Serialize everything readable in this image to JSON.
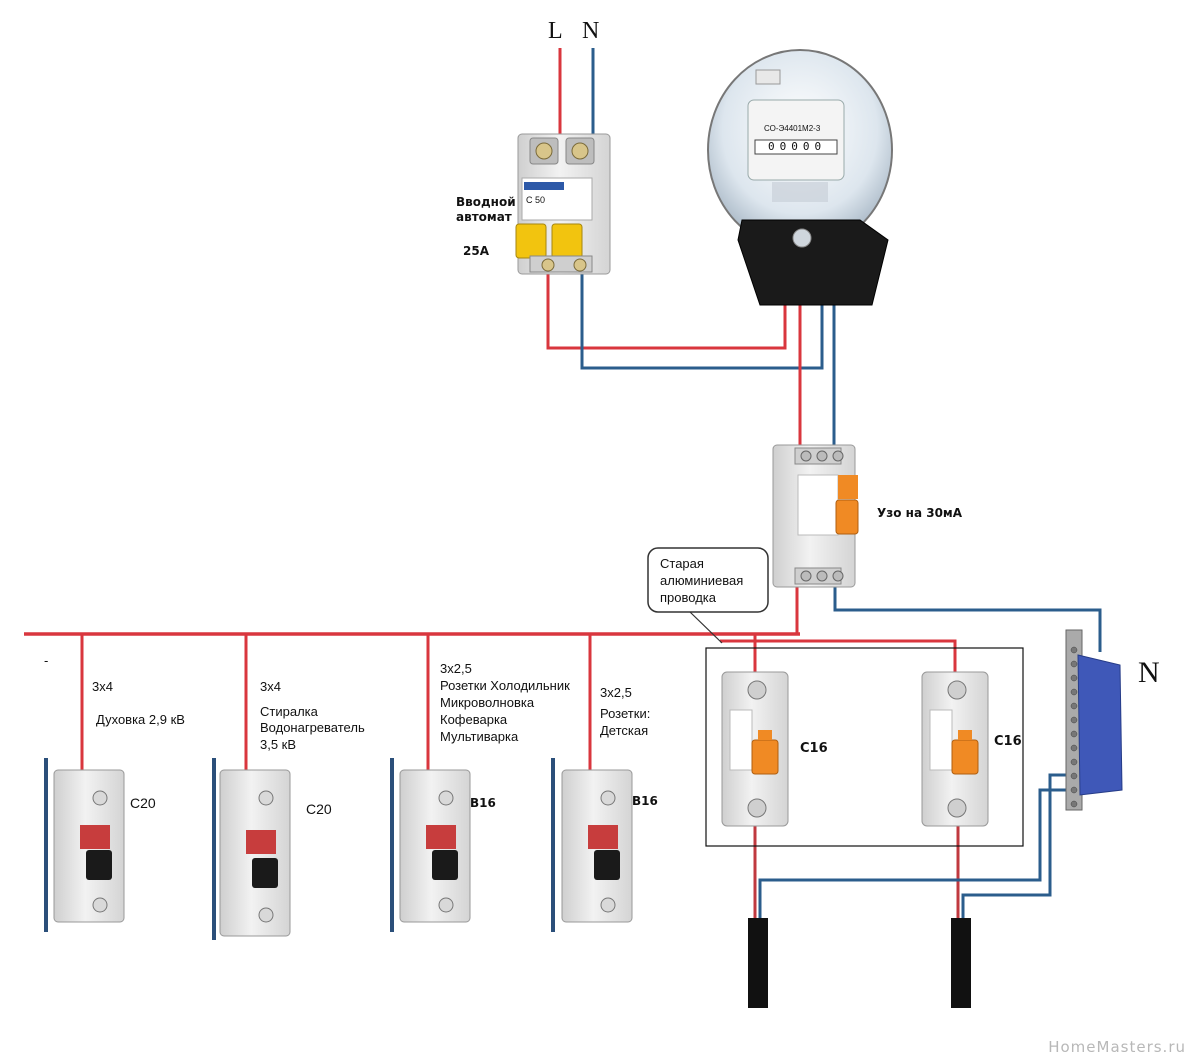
{
  "supply": {
    "phase_label": "L",
    "neutral_label": "N"
  },
  "main_breaker": {
    "title_line1": "Вводной",
    "title_line2": "автомат",
    "rating": "25А",
    "body_text": "C 50"
  },
  "meter": {
    "model": "СО-Э4401М2-3",
    "digits": "00000"
  },
  "rcd": {
    "label": "Узо на 30мА"
  },
  "callout": {
    "line1": "Старая",
    "line2": "алюминиевая",
    "line3": "проводка"
  },
  "neutral_bus": {
    "label": "N"
  },
  "stray_mark": "-",
  "circuits": [
    {
      "cable": "3х4",
      "load_lines": [
        "Духовка 2,9 кВ"
      ],
      "rating": "C20"
    },
    {
      "cable": "3х4",
      "load_lines": [
        "Стиралка",
        "Водонагреватель",
        "3,5 кВ"
      ],
      "rating": "C20"
    },
    {
      "cable": "3х2,5",
      "load_lines": [
        "Розетки Холодильник",
        "Микроволновка",
        "Кофеварка",
        "Мультиварка"
      ],
      "rating": "B16"
    },
    {
      "cable": "3х2,5",
      "load_lines": [
        "Розетки:",
        "Детская"
      ],
      "rating": "B16"
    }
  ],
  "old_wiring_breakers": [
    {
      "rating": "C16"
    },
    {
      "rating": "C16"
    }
  ],
  "watermark": "HomeMasters.ru",
  "colors": {
    "phase": "#d9363e",
    "neutral": "#2b5d8c",
    "breaker_body": "#e8e8e8",
    "handle_orange": "#f08a24",
    "handle_yellow": "#f2c40f",
    "meter_base": "#1a1a1a",
    "nbar_blue": "#3f58b8"
  }
}
